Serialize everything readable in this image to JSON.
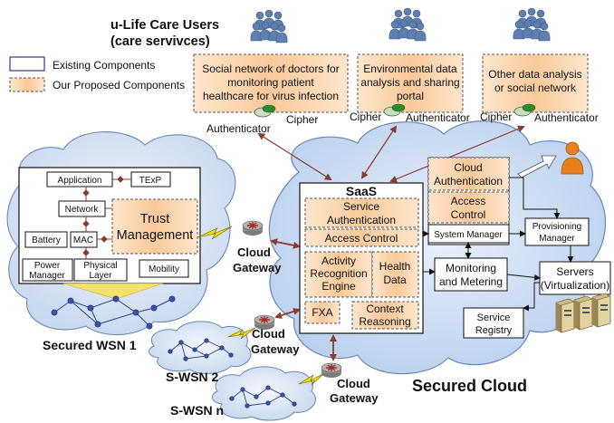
{
  "header": {
    "users_line1": "u-Life Care Users",
    "users_line2": "(care servivces)"
  },
  "legend": {
    "existing": "Existing Components",
    "proposed": "Our Proposed Components"
  },
  "services": [
    {
      "lines": [
        "Social network of doctors for",
        "monitoring patient",
        "healthcare for virus infection"
      ]
    },
    {
      "lines": [
        "Environmental data",
        "analysis and sharing",
        "portal"
      ]
    },
    {
      "lines": [
        "Other data analysis",
        "or social network"
      ]
    }
  ],
  "security_labels": {
    "cipher": "Cipher",
    "authenticator": "Authenticator"
  },
  "wsn": {
    "application": "Application",
    "texp": "TExP",
    "network": "Network",
    "trust_line1": "Trust",
    "trust_line2": "Management",
    "battery": "Battery",
    "mac": "MAC",
    "power_line1": "Power",
    "power_line2": "Manager",
    "physical_line1": "Physical",
    "physical_line2": "Layer",
    "mobility": "Mobility",
    "label": "Secured WSN 1",
    "wsn2": "S-WSN 2",
    "wsnn": "S-WSN n"
  },
  "gateways": {
    "cloud": "Cloud",
    "gateway": "Gateway"
  },
  "saas": {
    "title": "SaaS",
    "svc_auth_line1": "Service",
    "svc_auth_line2": "Authentication",
    "access_control": "Access Control",
    "ar_line1": "Activity",
    "ar_line2": "Recognition",
    "ar_line3": "Engine",
    "health_line1": "Health",
    "health_line2": "Data",
    "fxa": "FXA",
    "context_line1": "Context",
    "context_line2": "Reasoning"
  },
  "cloud_mgmt": {
    "cloud_auth_line1": "Cloud",
    "cloud_auth_line2": "Authentication",
    "access_line1": "Access",
    "access_line2": "Control",
    "system_manager": "System Manager",
    "prov_line1": "Provisioning",
    "prov_line2": "Manager",
    "monitor_line1": "Monitoring",
    "monitor_line2": "and Metering",
    "servers_line1": "Servers",
    "servers_line2": "(Virtualization)",
    "registry_line1": "Service",
    "registry_line2": "Registry"
  },
  "secured_cloud": "Secured Cloud",
  "colors": {
    "proposed_fill": "#fbd3a6",
    "cloud_fill": "#cfe0f7",
    "cloud_stroke": "#6a86b8",
    "arrow": "#8b3a2e",
    "person": "#e8801e",
    "users": "#5f7fae"
  }
}
